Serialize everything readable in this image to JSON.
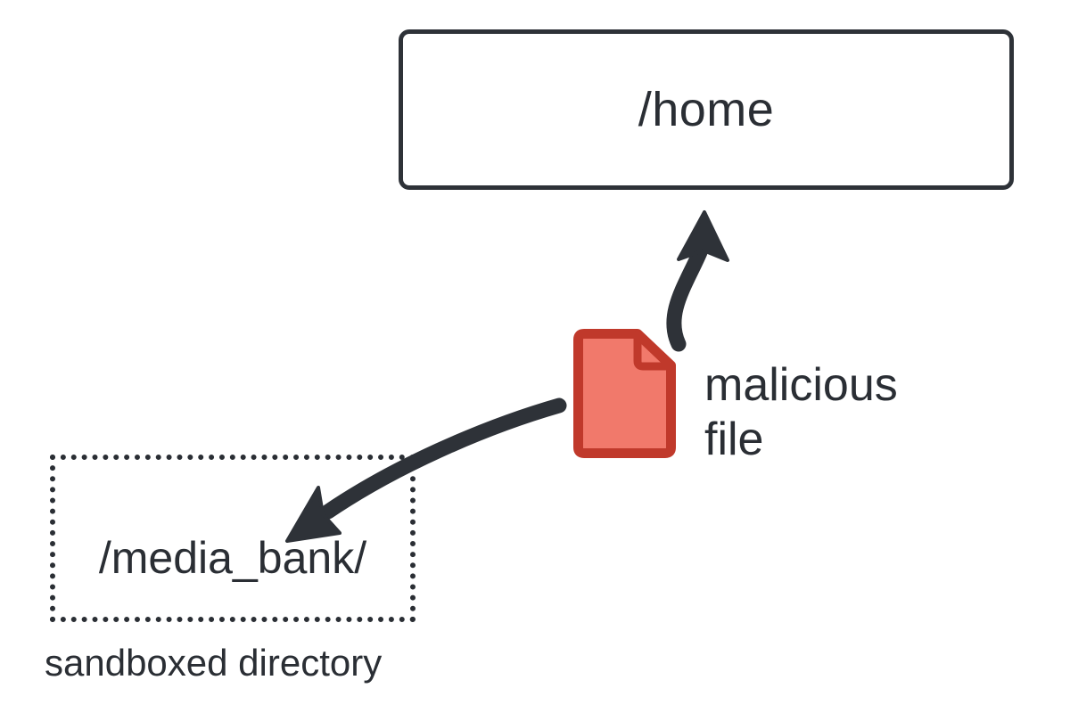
{
  "diagram": {
    "title_text": "malicious file sandbox escape diagram",
    "background_color": "#FFFFFF",
    "stroke_color": "#2E3238",
    "file_fill_color": "#F1796B",
    "file_border_color": "#C0392B",
    "home_box": {
      "label": "/home",
      "border_style": "solid"
    },
    "sandbox_box": {
      "label": "/media_bank/",
      "caption": "sandboxed directory",
      "border_style": "dotted"
    },
    "file_node": {
      "label": "malicious\nfile",
      "icon": "document-file-icon"
    },
    "arrows": [
      {
        "name": "arrow-to-home",
        "from": "malicious file",
        "to": "/home",
        "direction": "up"
      },
      {
        "name": "arrow-to-sandbox",
        "from": "malicious file",
        "to": "/media_bank/",
        "direction": "down-left"
      }
    ]
  }
}
